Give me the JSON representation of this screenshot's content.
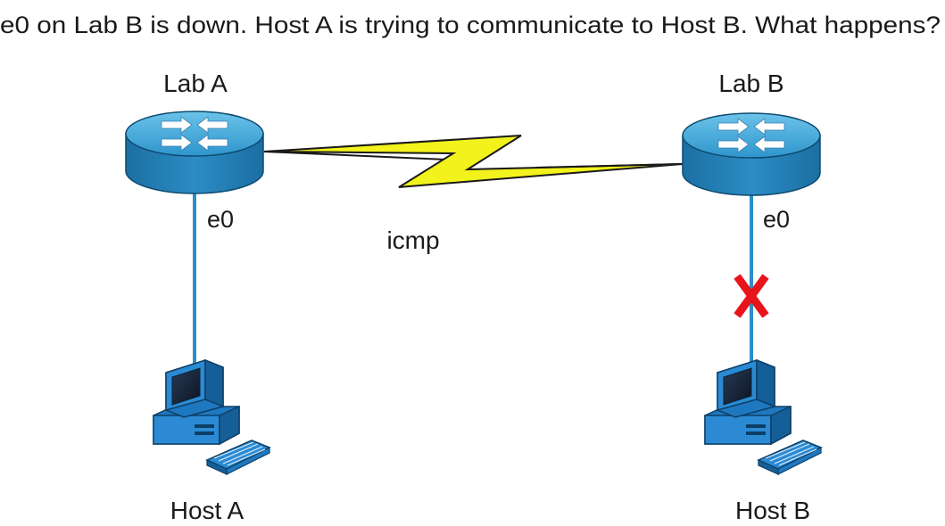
{
  "question": "e0 on Lab B is down. Host A is trying to communicate to Host B. What happens?",
  "nodes": {
    "lab_a": {
      "label": "Lab A",
      "interface": "e0"
    },
    "lab_b": {
      "label": "Lab B",
      "interface": "e0"
    },
    "host_a": {
      "label": "Host A"
    },
    "host_b": {
      "label": "Host B"
    }
  },
  "link": {
    "label": "icmp"
  },
  "colors": {
    "router_top": "#43a6d6",
    "router_side": "#1f7fb5",
    "ethernet_link": "#2a8fc9",
    "serial_bolt": "#f2f21c",
    "failure_mark": "#e8141c",
    "computer_body": "#1e78c0"
  },
  "icons": {
    "router": "router-icon",
    "computer": "workstation-icon",
    "failure": "x-mark-icon"
  }
}
